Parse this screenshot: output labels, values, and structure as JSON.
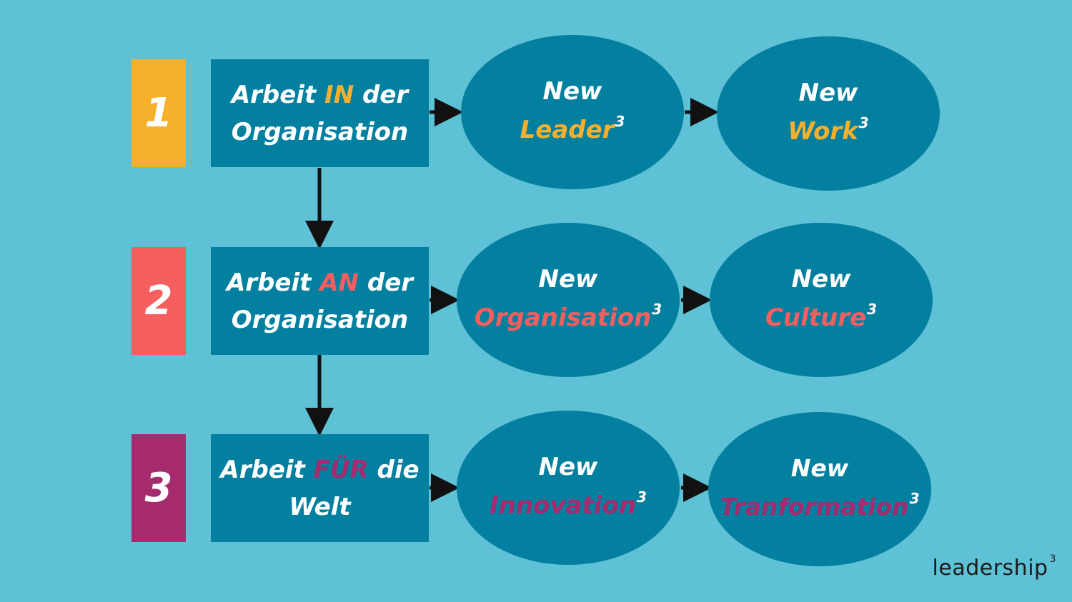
{
  "rows": [
    {
      "number": "1",
      "box": {
        "before": "Arbeit ",
        "highlight": "IN",
        "after": " der",
        "line2": "Organisation"
      },
      "ellipse1": {
        "new": "New",
        "word": "Leader",
        "sup": "3"
      },
      "ellipse2": {
        "new": "New",
        "word": "Work",
        "sup": "3"
      }
    },
    {
      "number": "2",
      "box": {
        "before": "Arbeit ",
        "highlight": "AN",
        "after": " der",
        "line2": "Organisation"
      },
      "ellipse1": {
        "new": "New",
        "word": "Organisation",
        "sup": "3"
      },
      "ellipse2": {
        "new": "New",
        "word": "Culture",
        "sup": "3"
      }
    },
    {
      "number": "3",
      "box": {
        "before": "Arbeit ",
        "highlight": "FÜR",
        "after": " die",
        "line2": "Welt"
      },
      "ellipse1": {
        "new": "New",
        "word": "Innovation",
        "sup": "3"
      },
      "ellipse2": {
        "new": "New",
        "word": "Tranformation",
        "sup": "3"
      }
    }
  ],
  "logo": {
    "text": "leadership",
    "sup": "3"
  },
  "colors": {
    "background": "#5ec1d6",
    "box": "#037fa0",
    "row1_accent": "#f7b02c",
    "row2_accent": "#f55f60",
    "row3_accent": "#a62b6e",
    "arrow": "#111111"
  }
}
